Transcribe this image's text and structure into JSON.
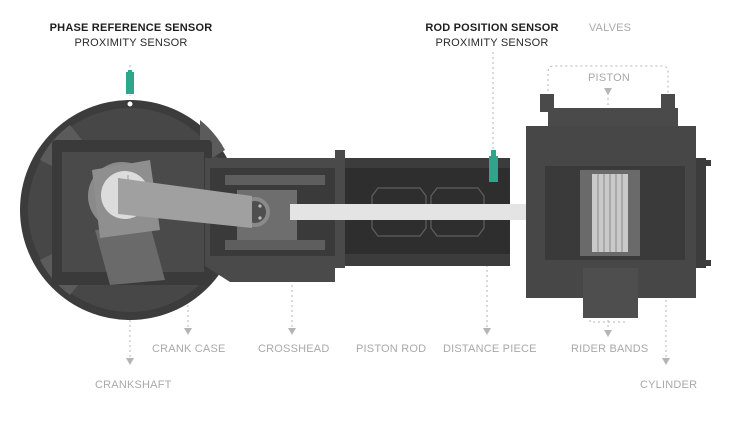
{
  "labels": {
    "phase_reference_title": "PHASE REFERENCE SENSOR",
    "phase_reference_sub": "PROXIMITY SENSOR",
    "rod_position_title": "ROD POSITION SENSOR",
    "rod_position_sub": "PROXIMITY SENSOR",
    "valves": "VALVES",
    "piston": "PISTON",
    "crankshaft": "CRANKSHAFT",
    "crank_case": "CRANK CASE",
    "crosshead": "CROSSHEAD",
    "piston_rod": "PISTON ROD",
    "distance_piece": "DISTANCE PIECE",
    "rider_bands": "RIDER BANDS",
    "cylinder": "CYLINDER"
  },
  "colors": {
    "sensor_accent": "#2fa68b",
    "body_dark": "#3a3a3a",
    "body_mid": "#545454",
    "body_light": "#7d7d7d",
    "rod_light": "#e3e3e3",
    "leader_line": "#b0b0b0"
  }
}
